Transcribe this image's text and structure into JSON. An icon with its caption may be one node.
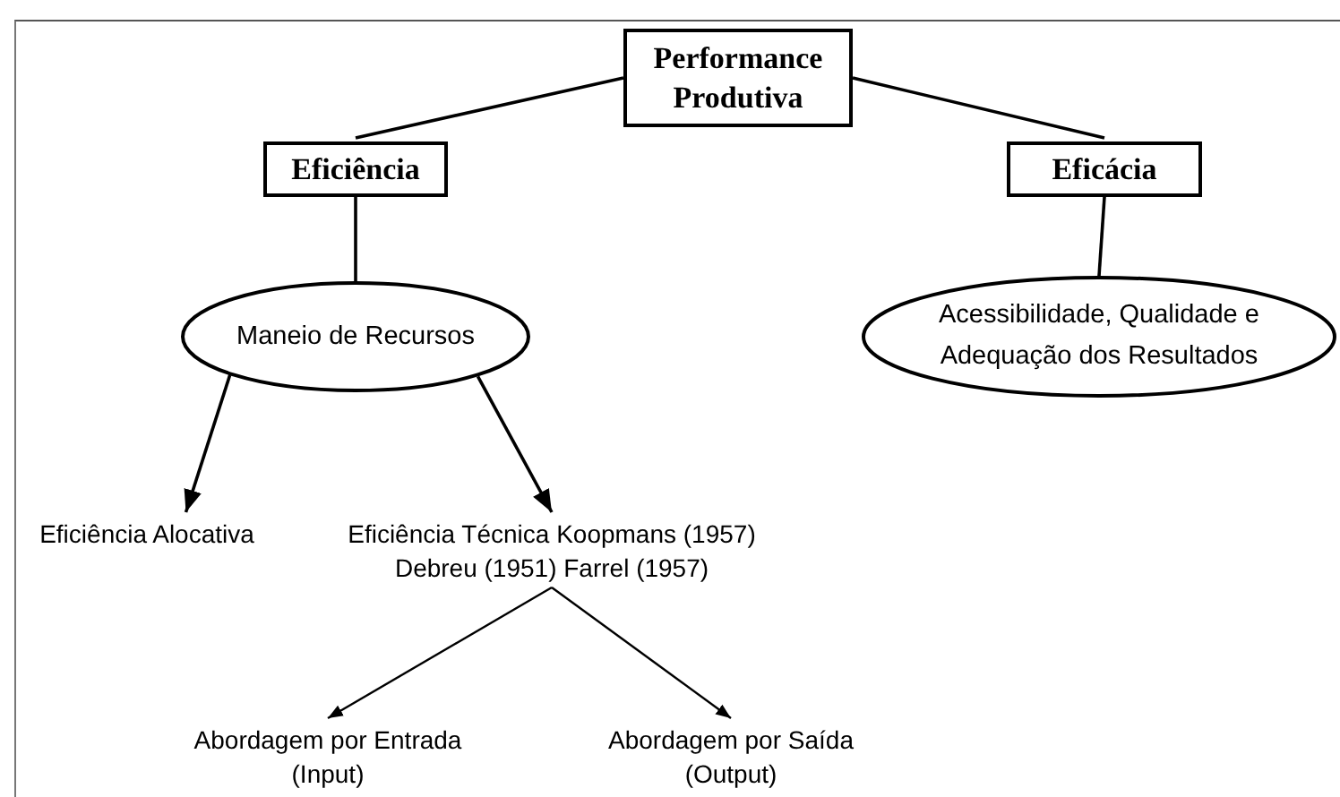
{
  "diagram": {
    "nodes": [
      {
        "text": [
          "Performance Produtiva"
        ]
      },
      {
        "text": [
          "Eficiência"
        ]
      },
      {
        "text": [
          "Eficácia"
        ]
      },
      {
        "text": [
          "Maneio de Recursos"
        ]
      },
      {
        "text": [
          "Acessibilidade, Qualidade e Adequação dos Resultados"
        ]
      },
      {
        "text": [
          "Eficiência Alocativa"
        ]
      },
      {
        "text": [
          "Eficiência Técnica Koopmans (1957) Debreu (1951) Farrel (1957)"
        ]
      },
      {
        "text": [
          "Abordagem por Entrada (Input)"
        ]
      },
      {
        "text": [
          "Abordagem por Saída (Output)"
        ]
      }
    ],
    "edges": [
      {
        "from": 0,
        "to": 1,
        "arrow": "none"
      },
      {
        "from": 0,
        "to": 2,
        "arrow": "none"
      },
      {
        "from": 1,
        "to": 3,
        "arrow": "none"
      },
      {
        "from": 2,
        "to": 4,
        "arrow": "none"
      },
      {
        "from": 3,
        "to": 5,
        "arrow": "to"
      },
      {
        "from": 3,
        "to": 6,
        "arrow": "to"
      },
      {
        "from": 6,
        "to": 7,
        "arrow": "to"
      },
      {
        "from": 6,
        "to": 8,
        "arrow": "to"
      }
    ]
  }
}
